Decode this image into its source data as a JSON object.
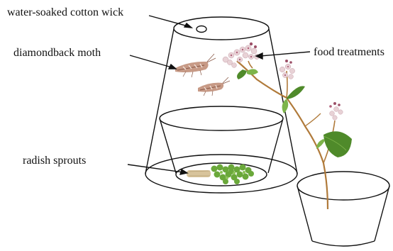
{
  "labels": {
    "wick": "water-soaked cotton wick",
    "moth": "diamondback moth",
    "food": "food treatments",
    "sprouts": "radish sprouts"
  },
  "colors": {
    "outline": "#111111",
    "moth": "#c79a86",
    "moth_dark": "#8a5a48",
    "sprout_leaf": "#6aa83a",
    "sprout_stem": "#d8c49c",
    "flower_petal": "#e8d2d6",
    "flower_center": "#b0607a",
    "stem": "#b07a3a",
    "leaf": "#4f8a2a",
    "leaf_light": "#7db44a"
  },
  "icons": [
    "moth-icon",
    "radish-sprouts-icon",
    "buckwheat-flower-icon"
  ]
}
